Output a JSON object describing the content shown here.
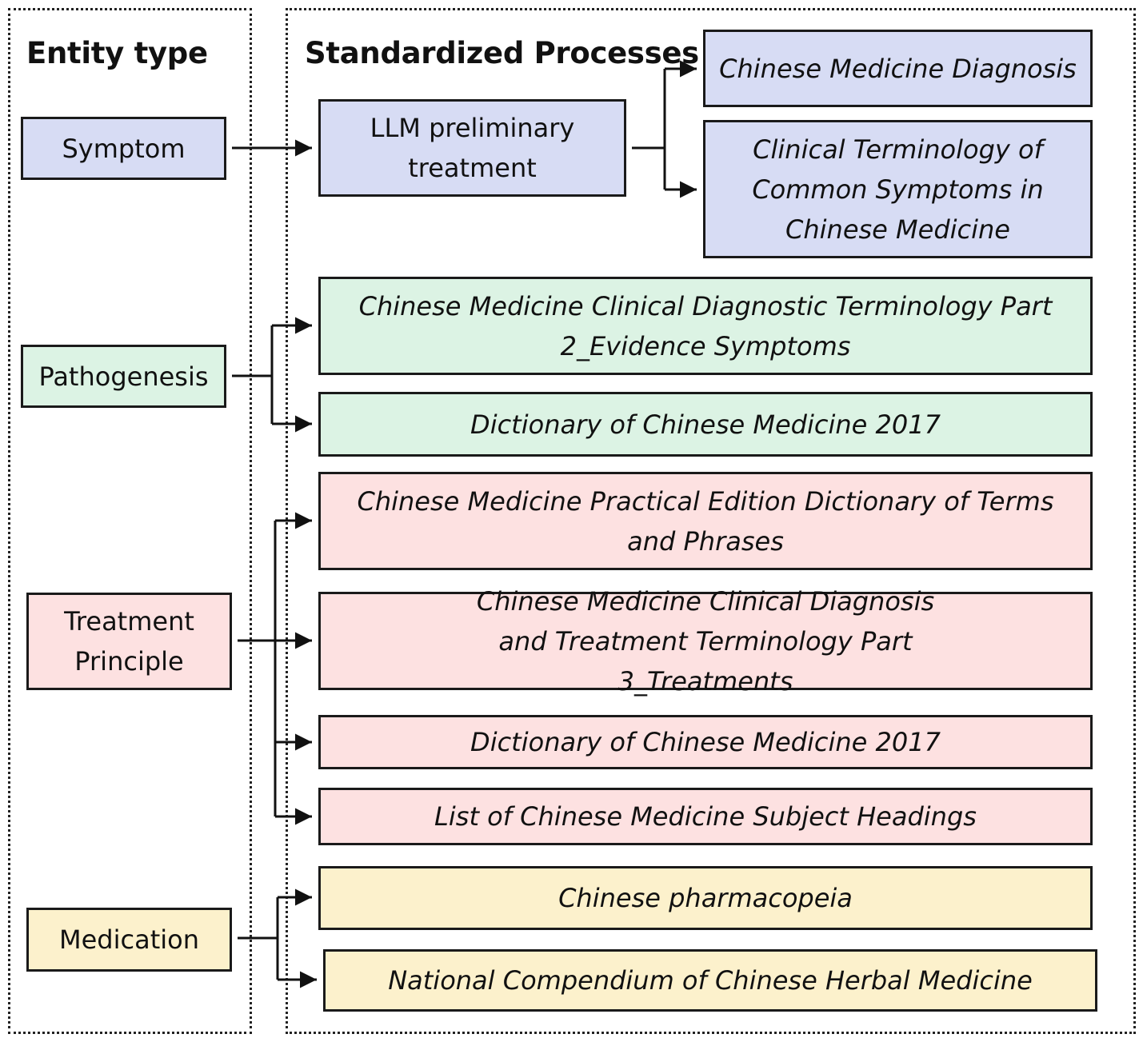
{
  "headings": {
    "entity_type": "Entity type",
    "standardized_processes": "Standardized Processes"
  },
  "entities": {
    "symptom": "Symptom",
    "pathogenesis": "Pathogenesis",
    "treatment_principle": "Treatment Principle",
    "medication": "Medication"
  },
  "processes": {
    "llm_preliminary": "LLM preliminary treatment",
    "cm_diagnosis": "Chinese Medicine Diagnosis",
    "clinical_terminology_symptoms": "Clinical Terminology of Common Symptoms in Chinese Medicine",
    "diagnostic_terminology_part2": "Chinese Medicine Clinical Diagnostic Terminology Part 2_Evidence Symptoms",
    "dictionary_2017_a": "Dictionary of Chinese Medicine 2017",
    "practical_dictionary_terms": "Chinese Medicine Practical Edition Dictionary of Terms and Phrases",
    "treatment_terminology_part3": "Chinese Medicine Clinical Diagnosis and Treatment Terminology Part 3_Treatments",
    "dictionary_2017_b": "Dictionary of Chinese Medicine 2017",
    "subject_headings": "List of Chinese Medicine Subject Headings",
    "pharmacopeia": "Chinese pharmacopeia",
    "herbal_compendium": "National Compendium of Chinese Herbal Medicine"
  },
  "colors": {
    "symptom": "#d7dcf4",
    "pathogenesis": "#dcf3e4",
    "treatment_principle": "#fde1e1",
    "medication": "#fcf1cc"
  }
}
